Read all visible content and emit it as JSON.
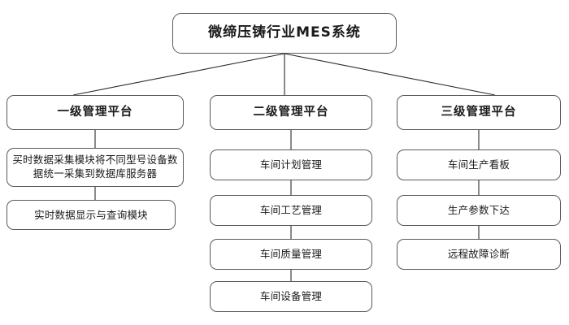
{
  "diagram": {
    "type": "org-tree",
    "title_node": {
      "label": "微缔压铸行业MES系统"
    },
    "branches": [
      {
        "platform_label": "一级管理平台",
        "children": [
          {
            "label": "买时数据采集模块将不同型号设备数据统一采集到数据库服务器"
          },
          {
            "label": "实时数据显示与查询模块"
          }
        ]
      },
      {
        "platform_label": "二级管理平台",
        "children": [
          {
            "label": "车间计划管理"
          },
          {
            "label": "车间工艺管理"
          },
          {
            "label": "车间质量管理"
          },
          {
            "label": "车间设备管理"
          }
        ]
      },
      {
        "platform_label": "三级管理平台",
        "children": [
          {
            "label": "车间生产看板"
          },
          {
            "label": "生产参数下达"
          },
          {
            "label": "远程故障诊断"
          }
        ]
      }
    ],
    "colors": {
      "background": "#ffffff",
      "box_fill": "#ffffff",
      "box_border": "#5a5a5a",
      "connector": "#2b2b2b",
      "text": "#1a1a1a"
    }
  }
}
